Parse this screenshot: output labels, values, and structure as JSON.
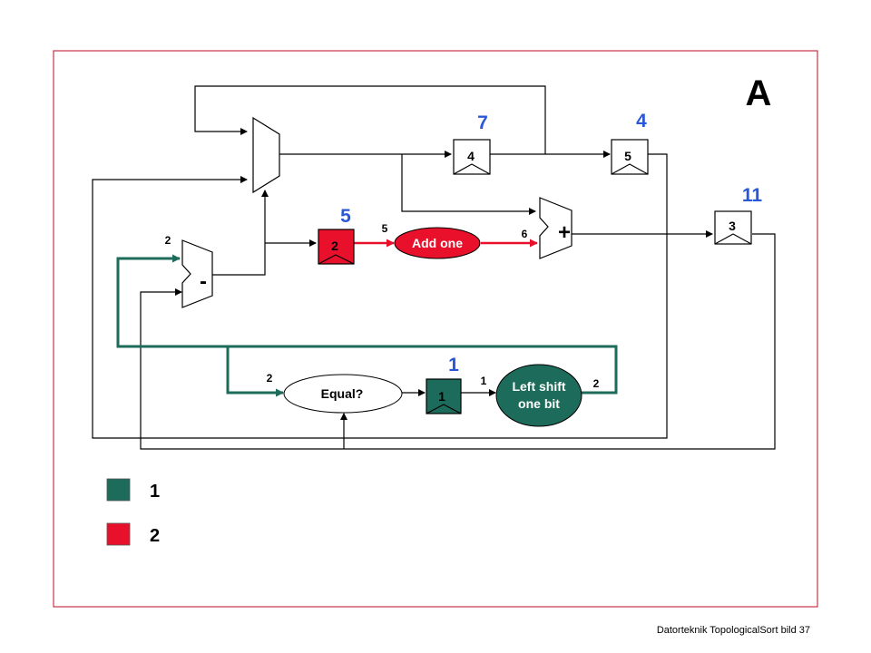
{
  "slide": {
    "corner_label": "A",
    "footer": "Datorteknik TopologicalSort bild 37"
  },
  "colors": {
    "green": "#1d6b5a",
    "red": "#e8102a",
    "blue": "#2a57d4",
    "frame": "#c8344a"
  },
  "registers": {
    "r4": {
      "label": "4",
      "order": "7"
    },
    "r5": {
      "label": "5",
      "order": "4"
    },
    "r3": {
      "label": "3",
      "order": "11"
    },
    "r2": {
      "label": "2",
      "order": "5",
      "left_count": "2"
    },
    "r1": {
      "label": "1",
      "order": "1"
    }
  },
  "operators": {
    "subtract": "-",
    "add": "+",
    "add_one": "Add one",
    "equal": "Equal?",
    "left_shift_line1": "Left shift",
    "left_shift_line2": "one bit"
  },
  "edge_labels": {
    "add_one_in": "5",
    "add_in": "6",
    "equal_in": "2",
    "shift_in": "1",
    "shift_out": "2"
  },
  "legend": [
    {
      "label": "1",
      "color": "#1d6b5a"
    },
    {
      "label": "2",
      "color": "#e8102a"
    }
  ]
}
